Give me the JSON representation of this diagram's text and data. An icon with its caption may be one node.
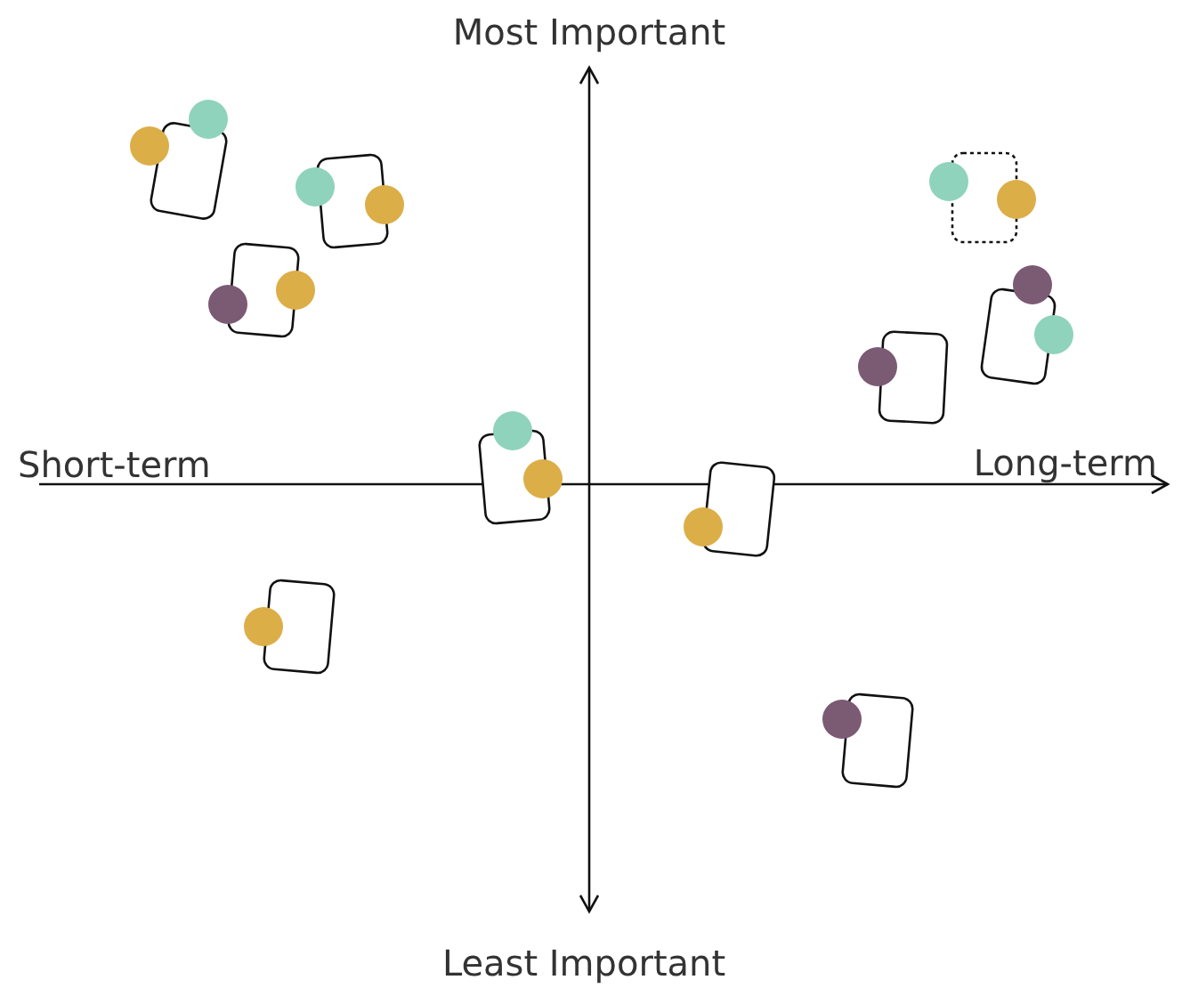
{
  "diagram": {
    "labels": [
      "Most Important",
      "Short-term",
      "Long-term",
      "Least Important"
    ]
  }
}
